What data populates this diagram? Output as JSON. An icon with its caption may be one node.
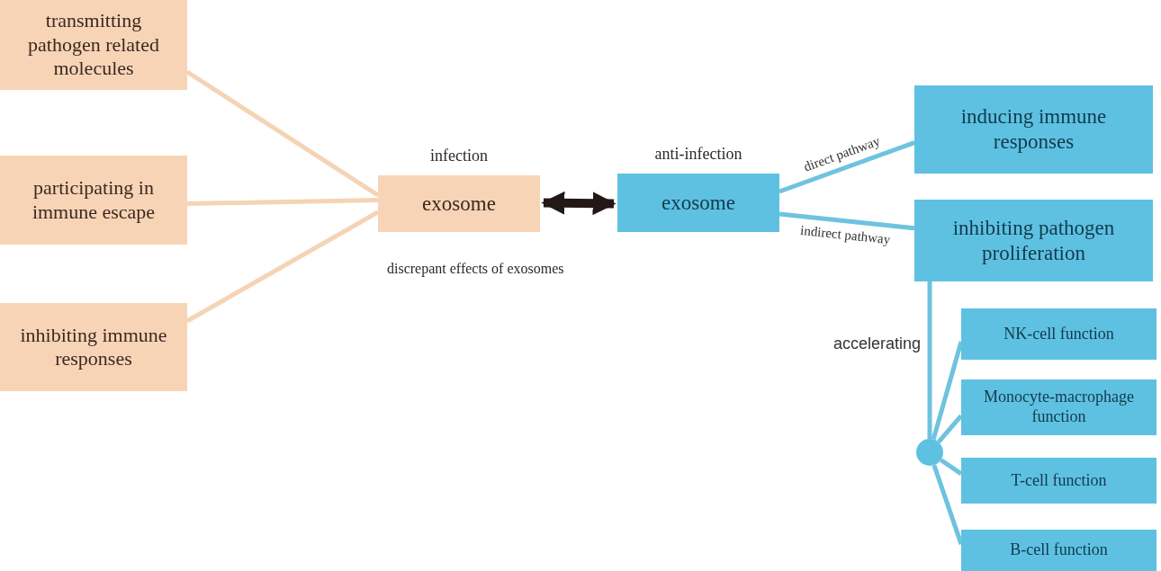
{
  "diagram": {
    "nodes": [
      {
        "text": [
          "transmitting pathogen related molecules"
        ]
      },
      {
        "text": [
          "participating in immune escape"
        ]
      },
      {
        "text": [
          "inhibiting immune responses"
        ]
      },
      {
        "text": [
          "infection",
          "exosome"
        ]
      },
      {
        "text": [
          "anti-infection",
          "exosome"
        ]
      },
      {
        "text": [
          "inducing immune responses"
        ]
      },
      {
        "text": [
          "inhibiting pathogen proliferation"
        ]
      },
      {
        "text": [],
        "shape": "circle"
      },
      {
        "text": [
          "NK-cell function"
        ]
      },
      {
        "text": [
          "Monocyte-macrophage function"
        ]
      },
      {
        "text": [
          "T-cell function"
        ]
      },
      {
        "text": [
          "B-cell function"
        ]
      }
    ],
    "edges": [
      {
        "from": 0,
        "to": 3,
        "arrow": "none",
        "color": "#f5d3b5"
      },
      {
        "from": 1,
        "to": 3,
        "arrow": "none",
        "color": "#f5d3b5"
      },
      {
        "from": 2,
        "to": 3,
        "arrow": "none",
        "color": "#f5d3b5"
      },
      {
        "from": 3,
        "to": 4,
        "arrow": "both",
        "style": "thick",
        "color": "#231815"
      },
      {
        "from": 4,
        "to": 5,
        "arrow": "none",
        "label": "direct pathway"
      },
      {
        "from": 4,
        "to": 6,
        "arrow": "none",
        "label": "indirect pathway"
      },
      {
        "from": 6,
        "to": 7,
        "arrow": "none",
        "label": "accelerating"
      },
      {
        "from": 7,
        "to": 8,
        "arrow": "none"
      },
      {
        "from": 7,
        "to": 9,
        "arrow": "none"
      },
      {
        "from": 7,
        "to": 10,
        "arrow": "none"
      },
      {
        "from": 7,
        "to": 11,
        "arrow": "none"
      }
    ],
    "labels": [
      "discrepant effects of exosomes"
    ]
  }
}
